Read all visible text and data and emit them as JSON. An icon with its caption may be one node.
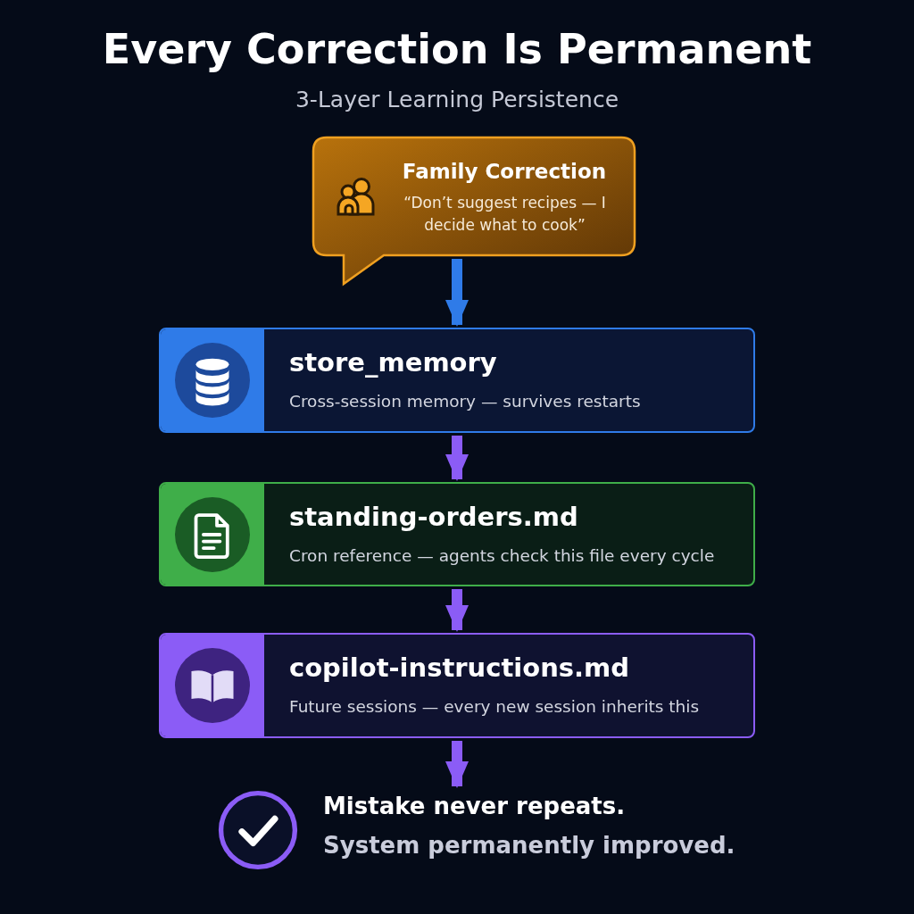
{
  "diagram": {
    "title": "Every Correction Is Permanent",
    "caption": "3-Layer Learning Persistence",
    "nodes": [
      {
        "text": [
          "Family Correction",
          "“Don’t suggest recipes — I decide what to cook”"
        ]
      },
      {
        "text": [
          "store_memory",
          "Cross-session memory — survives restarts"
        ]
      },
      {
        "text": [
          "standing-orders.md",
          "Cron reference — agents check this file every cycle"
        ]
      },
      {
        "text": [
          "copilot-instructions.md",
          "Future sessions — every new session inherits this"
        ]
      },
      {
        "text": [
          "Mistake never repeats.",
          "System permanently improved."
        ]
      }
    ],
    "edges": [
      {
        "from": 0,
        "to": 1,
        "arrow": "to",
        "color": "#2f7be8"
      },
      {
        "from": 1,
        "to": 2,
        "arrow": "to"
      },
      {
        "from": 2,
        "to": 3,
        "arrow": "to"
      },
      {
        "from": 3,
        "to": 4,
        "arrow": "to"
      }
    ]
  }
}
